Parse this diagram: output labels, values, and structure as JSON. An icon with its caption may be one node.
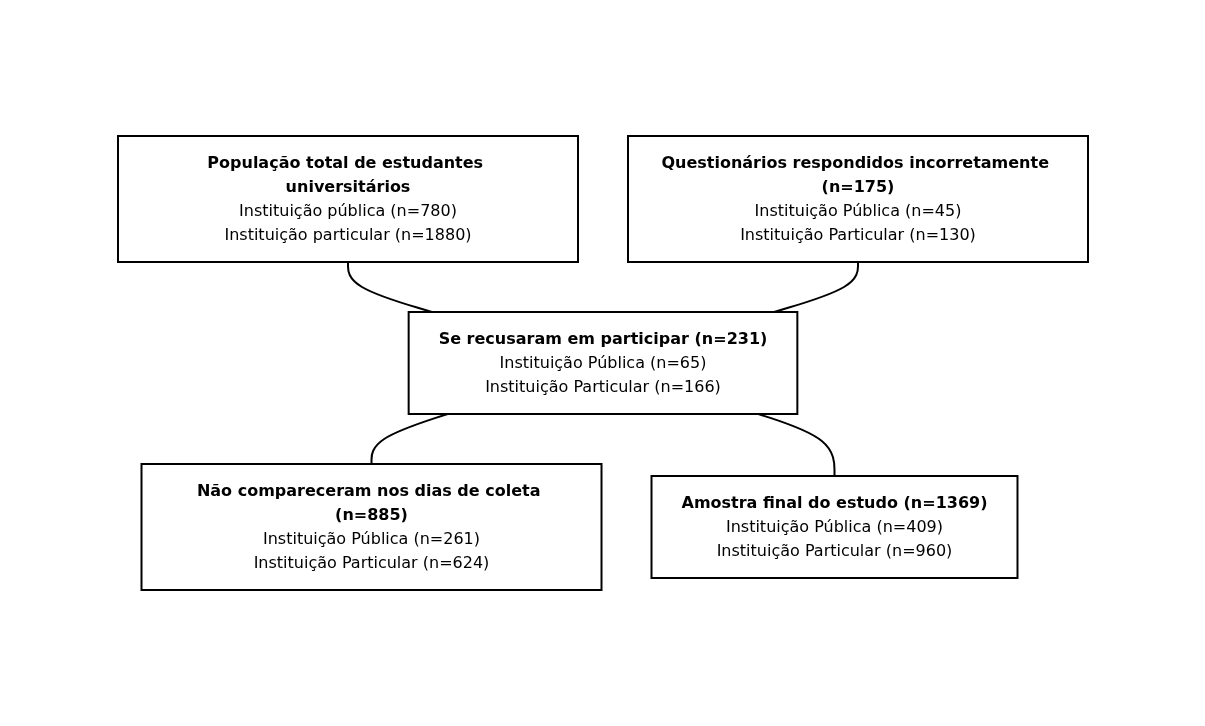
{
  "diagram": {
    "nodes": [
      {
        "text": [
          "População total de estudantes universitários",
          "Instituição pública (n=780)",
          "Instituição particular (n=1880)"
        ]
      },
      {
        "text": [
          "Questionários respondidos incorretamente (n=175)",
          "Instituição Pública (n=45)",
          "Instituição Particular (n=130)"
        ]
      },
      {
        "text": [
          "Se recusaram em participar (n=231)",
          "Instituição Pública (n=65)",
          "Instituição Particular (n=166)"
        ]
      },
      {
        "text": [
          "Não compareceram nos dias de coleta (n=885)",
          "Instituição Pública (n=261)",
          "Instituição Particular (n=624)"
        ]
      },
      {
        "text": [
          "Amostra final do estudo (n=1369)",
          "Instituição Pública (n=409)",
          "Instituição Particular (n=960)"
        ]
      }
    ],
    "edges": [
      {
        "from": 0,
        "to": 2,
        "arrow": "none"
      },
      {
        "from": 1,
        "to": 2,
        "arrow": "none"
      },
      {
        "from": 2,
        "to": 3,
        "arrow": "none"
      },
      {
        "from": 2,
        "to": 4,
        "arrow": "none"
      }
    ]
  }
}
